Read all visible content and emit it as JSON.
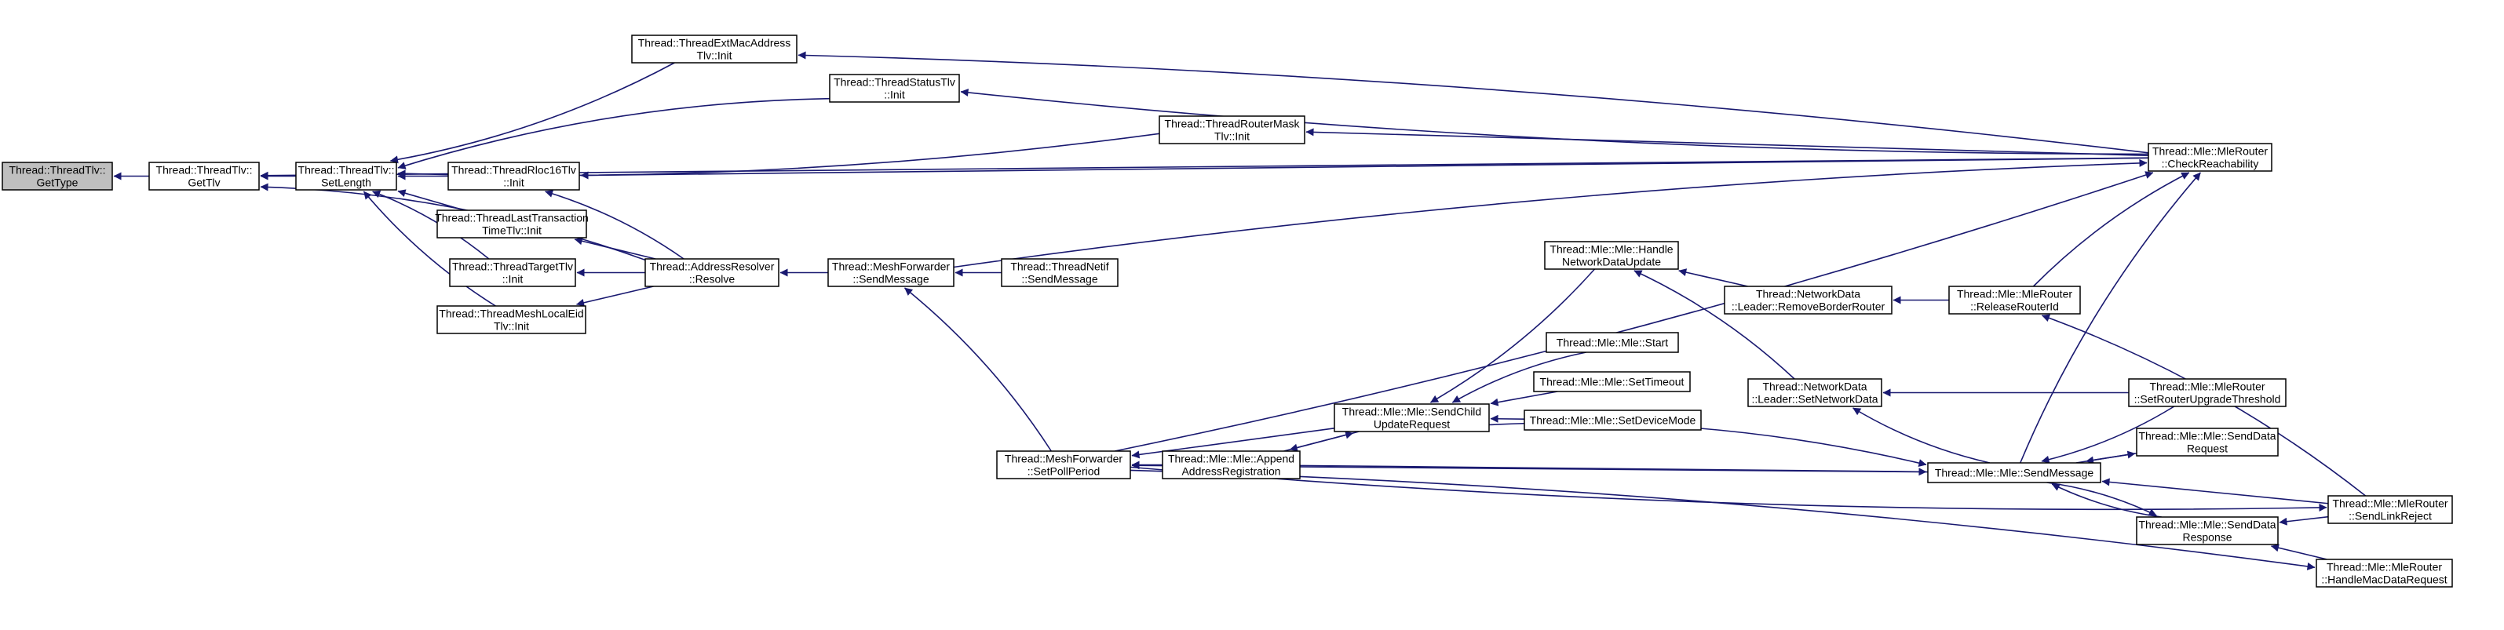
{
  "colors": {
    "edge": "#191970",
    "node_border": "#000000",
    "node_fill": "#ffffff",
    "root_fill": "#bfbfbf"
  },
  "nodes": [
    {
      "id": "getType",
      "lines": [
        "Thread::ThreadTlv::",
        "GetType"
      ]
    },
    {
      "id": "getTlv",
      "lines": [
        "Thread::ThreadTlv::",
        "GetTlv"
      ]
    },
    {
      "id": "setLength",
      "lines": [
        "Thread::ThreadTlv::",
        "SetLength"
      ]
    },
    {
      "id": "extMacInit",
      "lines": [
        "Thread::ThreadExtMacAddress",
        "Tlv::Init"
      ]
    },
    {
      "id": "statusInit",
      "lines": [
        "Thread::ThreadStatusTlv",
        "::Init"
      ]
    },
    {
      "id": "routerMaskInit",
      "lines": [
        "Thread::ThreadRouterMask",
        "Tlv::Init"
      ]
    },
    {
      "id": "rloc16Init",
      "lines": [
        "Thread::ThreadRloc16Tlv",
        "::Init"
      ]
    },
    {
      "id": "lastTxInit",
      "lines": [
        "Thread::ThreadLastTransaction",
        "TimeTlv::Init"
      ]
    },
    {
      "id": "targetInit",
      "lines": [
        "Thread::ThreadTargetTlv",
        "::Init"
      ]
    },
    {
      "id": "meshLocalEidInit",
      "lines": [
        "Thread::ThreadMeshLocalEid",
        "Tlv::Init"
      ]
    },
    {
      "id": "resolve",
      "lines": [
        "Thread::AddressResolver",
        "::Resolve"
      ]
    },
    {
      "id": "meshSendMessage",
      "lines": [
        "Thread::MeshForwarder",
        "::SendMessage"
      ]
    },
    {
      "id": "netifSendMessage",
      "lines": [
        "Thread::ThreadNetif",
        "::SendMessage"
      ]
    },
    {
      "id": "checkReachability",
      "lines": [
        "Thread::Mle::MleRouter",
        "::CheckReachability"
      ]
    },
    {
      "id": "setPollPeriod",
      "lines": [
        "Thread::MeshForwarder",
        "::SetPollPeriod"
      ]
    },
    {
      "id": "appendAddrReg",
      "lines": [
        "Thread::Mle::Mle::Append",
        "AddressRegistration"
      ]
    },
    {
      "id": "sendChildUpdate",
      "lines": [
        "Thread::Mle::Mle::SendChild",
        "UpdateRequest"
      ]
    },
    {
      "id": "handleNetData",
      "lines": [
        "Thread::Mle::Mle::Handle",
        "NetworkDataUpdate"
      ]
    },
    {
      "id": "mleStart",
      "lines": [
        "Thread::Mle::Mle::Start"
      ]
    },
    {
      "id": "setTimeout",
      "lines": [
        "Thread::Mle::Mle::SetTimeout"
      ]
    },
    {
      "id": "setDeviceMode",
      "lines": [
        "Thread::Mle::Mle::SetDeviceMode"
      ]
    },
    {
      "id": "removeBorderRouter",
      "lines": [
        "Thread::NetworkData",
        "::Leader::RemoveBorderRouter"
      ]
    },
    {
      "id": "setNetworkData",
      "lines": [
        "Thread::NetworkData",
        "::Leader::SetNetworkData"
      ]
    },
    {
      "id": "releaseRouterId",
      "lines": [
        "Thread::Mle::MleRouter",
        "::ReleaseRouterId"
      ]
    },
    {
      "id": "mleSendMessage",
      "lines": [
        "Thread::Mle::Mle::SendMessage"
      ]
    },
    {
      "id": "setRouterUpgrade",
      "lines": [
        "Thread::Mle::MleRouter",
        "::SetRouterUpgradeThreshold"
      ]
    },
    {
      "id": "sendDataRequest",
      "lines": [
        "Thread::Mle::Mle::SendData",
        "Request"
      ]
    },
    {
      "id": "sendDataResponse",
      "lines": [
        "Thread::Mle::Mle::SendData",
        "Response"
      ]
    },
    {
      "id": "sendLinkReject",
      "lines": [
        "Thread::Mle::MleRouter",
        "::SendLinkReject"
      ]
    },
    {
      "id": "handleMacDataReq",
      "lines": [
        "Thread::Mle::MleRouter",
        "::HandleMacDataRequest"
      ]
    }
  ],
  "edges": [
    {
      "from": "getTlv",
      "to": "getType"
    },
    {
      "from": "setLength",
      "to": "getTlv"
    },
    {
      "from": "checkReachability",
      "to": "getTlv"
    },
    {
      "from": "resolve",
      "to": "getTlv"
    },
    {
      "from": "extMacInit",
      "to": "setLength"
    },
    {
      "from": "statusInit",
      "to": "setLength"
    },
    {
      "from": "routerMaskInit",
      "to": "setLength"
    },
    {
      "from": "rloc16Init",
      "to": "setLength"
    },
    {
      "from": "lastTxInit",
      "to": "setLength"
    },
    {
      "from": "targetInit",
      "to": "setLength"
    },
    {
      "from": "meshLocalEidInit",
      "to": "setLength"
    },
    {
      "from": "checkReachability",
      "to": "extMacInit"
    },
    {
      "from": "checkReachability",
      "to": "statusInit"
    },
    {
      "from": "checkReachability",
      "to": "routerMaskInit"
    },
    {
      "from": "checkReachability",
      "to": "rloc16Init"
    },
    {
      "from": "resolve",
      "to": "rloc16Init"
    },
    {
      "from": "resolve",
      "to": "lastTxInit"
    },
    {
      "from": "resolve",
      "to": "targetInit"
    },
    {
      "from": "resolve",
      "to": "meshLocalEidInit"
    },
    {
      "from": "meshSendMessage",
      "to": "resolve"
    },
    {
      "from": "netifSendMessage",
      "to": "meshSendMessage"
    },
    {
      "from": "setPollPeriod",
      "to": "meshSendMessage"
    },
    {
      "from": "meshSendMessage",
      "to": "checkReachability"
    },
    {
      "from": "setPollPeriod",
      "to": "checkReachability"
    },
    {
      "from": "releaseRouterId",
      "to": "checkReachability"
    },
    {
      "from": "sendChildUpdate",
      "to": "setPollPeriod"
    },
    {
      "from": "appendAddrReg",
      "to": "setPollPeriod"
    },
    {
      "from": "mleSendMessage",
      "to": "setPollPeriod"
    },
    {
      "from": "sendChildUpdate",
      "to": "appendAddrReg"
    },
    {
      "from": "appendAddrReg",
      "to": "sendChildUpdate"
    },
    {
      "from": "handleNetData",
      "to": "sendChildUpdate"
    },
    {
      "from": "mleStart",
      "to": "sendChildUpdate"
    },
    {
      "from": "setTimeout",
      "to": "sendChildUpdate"
    },
    {
      "from": "setDeviceMode",
      "to": "sendChildUpdate"
    },
    {
      "from": "removeBorderRouter",
      "to": "handleNetData"
    },
    {
      "from": "setNetworkData",
      "to": "handleNetData"
    },
    {
      "from": "releaseRouterId",
      "to": "removeBorderRouter"
    },
    {
      "from": "setRouterUpgrade",
      "to": "setNetworkData"
    },
    {
      "from": "mleSendMessage",
      "to": "setNetworkData"
    },
    {
      "from": "sendLinkReject",
      "to": "releaseRouterId"
    },
    {
      "from": "sendChildUpdate",
      "to": "mleSendMessage"
    },
    {
      "from": "appendAddrReg",
      "to": "mleSendMessage"
    },
    {
      "from": "setRouterUpgrade",
      "to": "mleSendMessage"
    },
    {
      "from": "sendDataRequest",
      "to": "mleSendMessage"
    },
    {
      "from": "sendDataResponse",
      "to": "mleSendMessage"
    },
    {
      "from": "sendLinkReject",
      "to": "mleSendMessage"
    },
    {
      "from": "mleSendMessage",
      "to": "checkReachability"
    },
    {
      "from": "mleSendMessage",
      "to": "sendDataRequest"
    },
    {
      "from": "mleSendMessage",
      "to": "sendDataResponse"
    },
    {
      "from": "sendLinkReject",
      "to": "sendDataResponse"
    },
    {
      "from": "handleMacDataReq",
      "to": "sendDataResponse"
    },
    {
      "from": "setPollPeriod",
      "to": "sendLinkReject"
    },
    {
      "from": "setPollPeriod",
      "to": "handleMacDataReq"
    }
  ]
}
